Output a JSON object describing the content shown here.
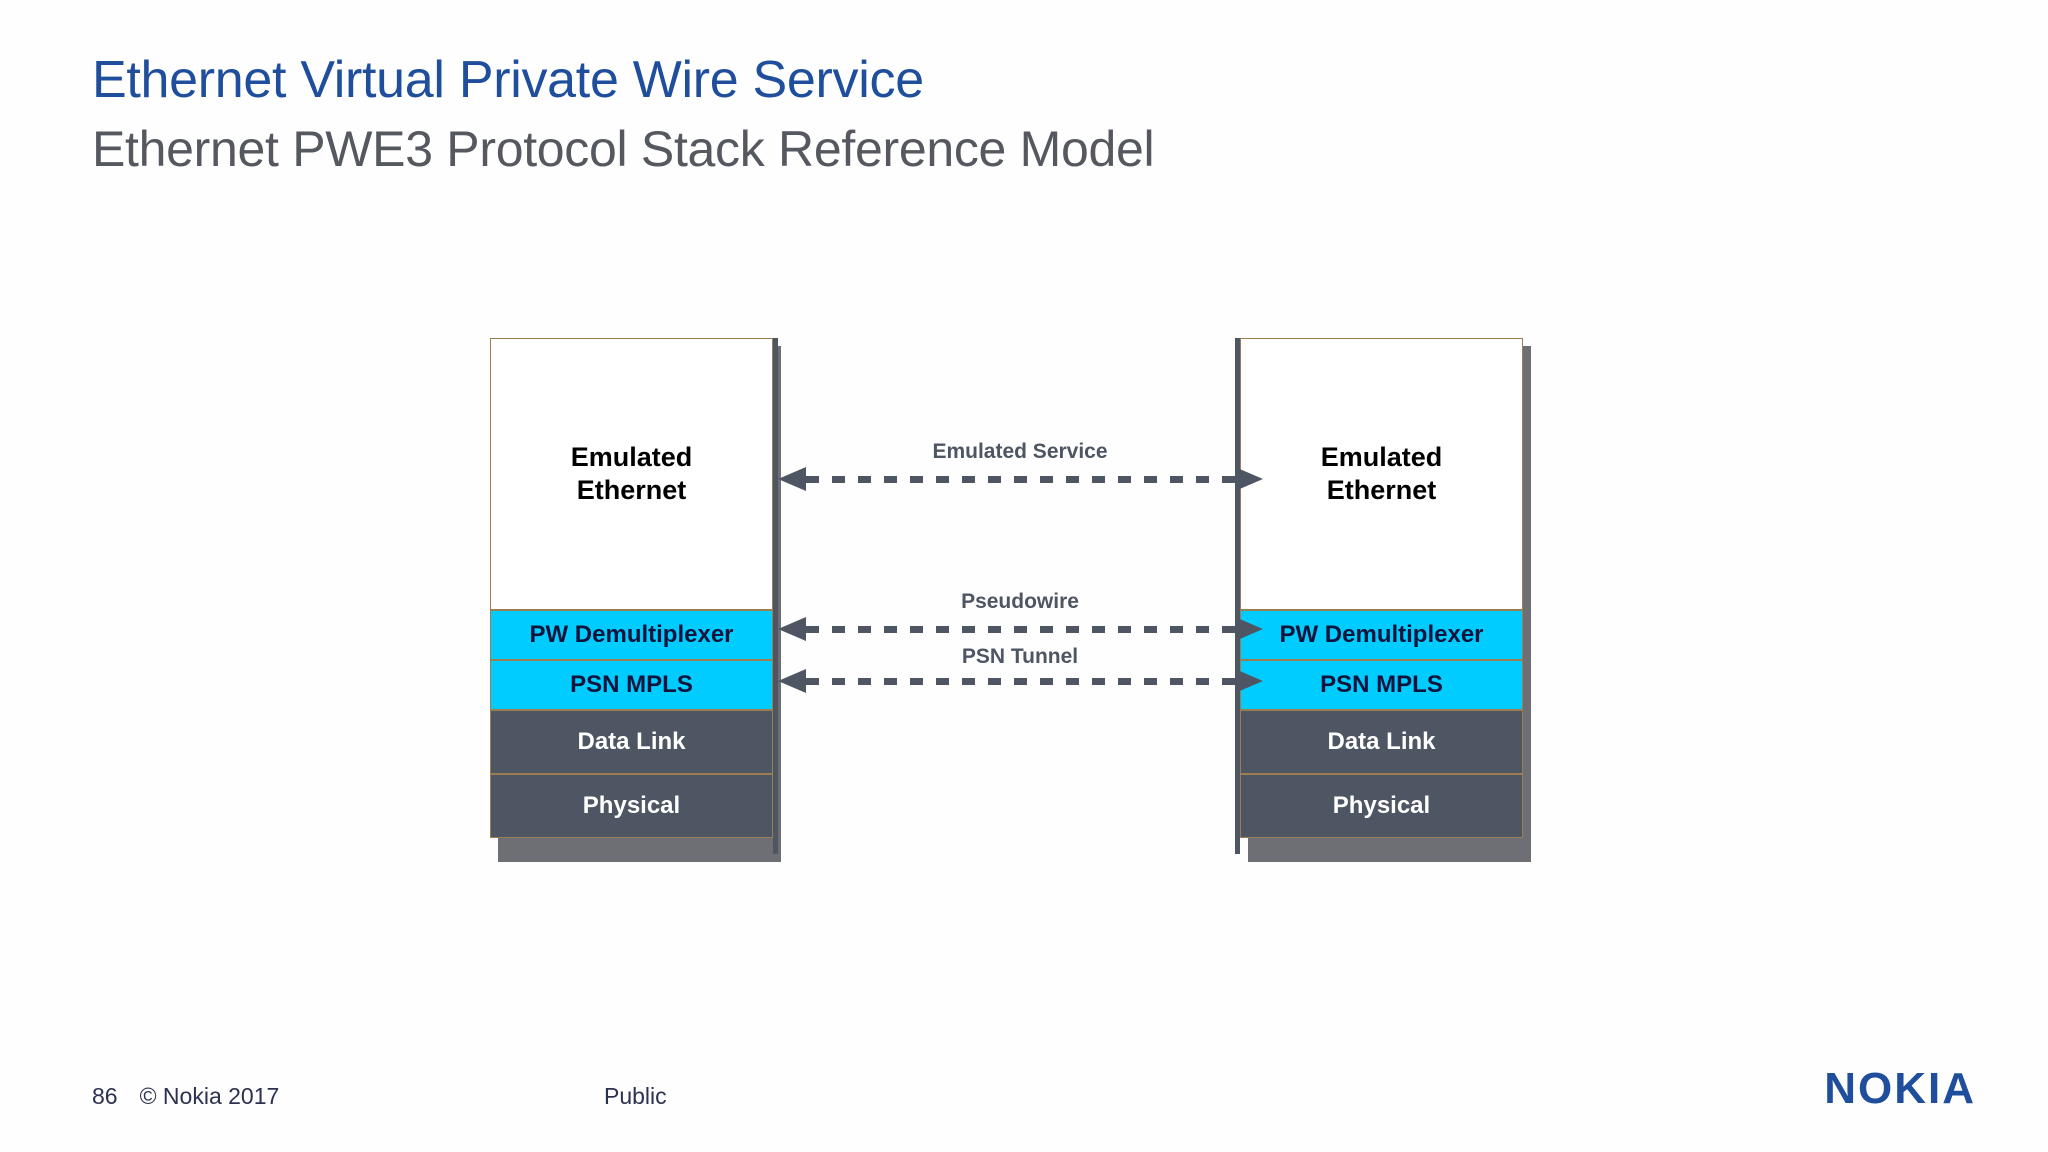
{
  "slide": {
    "title": "Ethernet Virtual Private Wire Service",
    "subtitle": "Ethernet PWE3 Protocol Stack Reference Model",
    "title_color": "#1f4e9c",
    "subtitle_color": "#55585f"
  },
  "diagram": {
    "type": "protocol-stack-reference-model",
    "left_stack": {
      "name": "left-protocol-stack",
      "layers": [
        {
          "label": "Emulated\nEthernet",
          "line1": "Emulated",
          "line2": "Ethernet",
          "style": "white",
          "fill": "#ffffff",
          "text_color": "#000000"
        },
        {
          "label": "PW Demultiplexer",
          "style": "cyan",
          "fill": "#00ccff",
          "text_color": "#10143c"
        },
        {
          "label": "PSN MPLS",
          "style": "cyan",
          "fill": "#00ccff",
          "text_color": "#10143c"
        },
        {
          "label": "Data Link",
          "style": "slate",
          "fill": "#4e5663",
          "text_color": "#ffffff"
        },
        {
          "label": "Physical",
          "style": "slate",
          "fill": "#4e5663",
          "text_color": "#ffffff"
        }
      ]
    },
    "right_stack": {
      "name": "right-protocol-stack",
      "layers": [
        {
          "label": "Emulated\nEthernet",
          "line1": "Emulated",
          "line2": "Ethernet",
          "style": "white",
          "fill": "#ffffff",
          "text_color": "#000000"
        },
        {
          "label": "PW Demultiplexer",
          "style": "cyan",
          "fill": "#00ccff",
          "text_color": "#10143c"
        },
        {
          "label": "PSN MPLS",
          "style": "cyan",
          "fill": "#00ccff",
          "text_color": "#10143c"
        },
        {
          "label": "Data Link",
          "style": "slate",
          "fill": "#4e5663",
          "text_color": "#ffffff"
        },
        {
          "label": "Physical",
          "style": "slate",
          "fill": "#4e5663",
          "text_color": "#ffffff"
        }
      ]
    },
    "connectors": [
      {
        "label": "Emulated Service",
        "direction": "bidirectional",
        "connects": "Emulated Ethernet"
      },
      {
        "label": "Pseudowire",
        "direction": "bidirectional",
        "connects": "PW Demultiplexer"
      },
      {
        "label": "PSN Tunnel",
        "direction": "bidirectional",
        "connects": "PSN MPLS"
      }
    ],
    "connector_color": "#4e5663"
  },
  "footer": {
    "page_number": "86",
    "copyright": "© Nokia 2017",
    "classification": "Public",
    "logo": "NOKIA",
    "logo_color": "#1f4e9c"
  }
}
